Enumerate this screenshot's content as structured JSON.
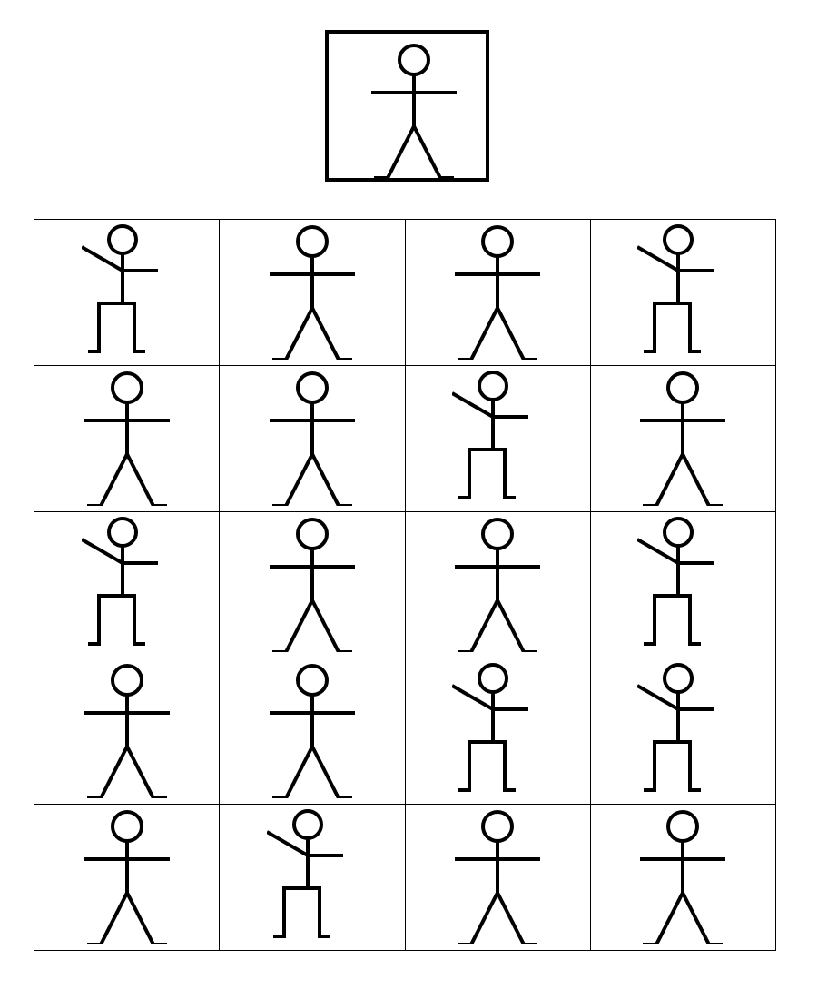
{
  "title": "",
  "target": {
    "pose": "arms-out"
  },
  "grid": {
    "rows": 5,
    "columns": 4,
    "cells": [
      "wave",
      "arms-out",
      "arms-out",
      "wave",
      "arms-out",
      "arms-out",
      "wave",
      "arms-out",
      "wave",
      "arms-out",
      "arms-out",
      "wave",
      "arms-out",
      "arms-out",
      "wave",
      "wave",
      "arms-out",
      "wave",
      "arms-out",
      "arms-out"
    ]
  },
  "colors": {
    "stroke": "#000000",
    "background": "#ffffff"
  }
}
